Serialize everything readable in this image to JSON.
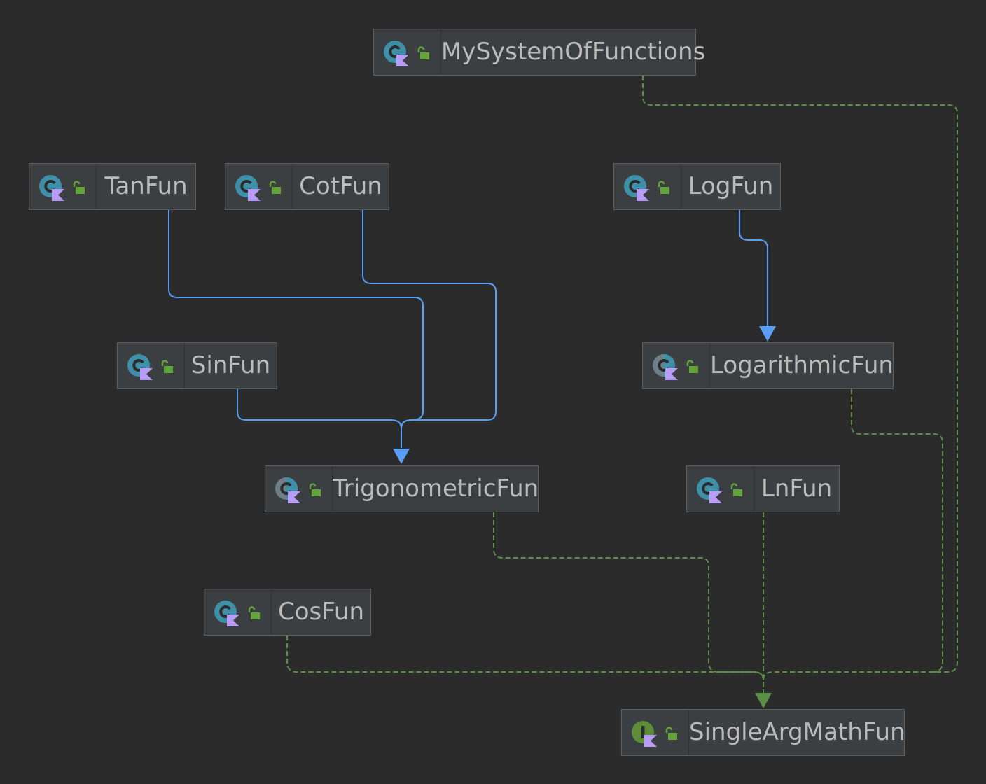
{
  "colors": {
    "background": "#2b2b2b",
    "node_fill": "#3c3f41",
    "node_border": "#5b5f61",
    "label_text": "#bbbbbb",
    "extends_edge": "#589df6",
    "implements_edge": "#5a8f45",
    "class_icon": "#3e8fa8",
    "abstract_icon": "#6e7f8a",
    "interface_icon": "#5f8c3a",
    "kotlin_badge": "#b99bf8",
    "lock_icon": "#62a33a"
  },
  "nodes": [
    {
      "id": "mysys",
      "label": "MySystemOfFunctions",
      "kind": "class-icon"
    },
    {
      "id": "tan",
      "label": "TanFun",
      "kind": "class-icon"
    },
    {
      "id": "cot",
      "label": "CotFun",
      "kind": "class-icon"
    },
    {
      "id": "log",
      "label": "LogFun",
      "kind": "class-icon"
    },
    {
      "id": "sin",
      "label": "SinFun",
      "kind": "class-icon"
    },
    {
      "id": "logarithmic",
      "label": "LogarithmicFun",
      "kind": "abstract-class-icon"
    },
    {
      "id": "trig",
      "label": "TrigonometricFun",
      "kind": "abstract-class-icon"
    },
    {
      "id": "ln",
      "label": "LnFun",
      "kind": "class-icon"
    },
    {
      "id": "cos",
      "label": "CosFun",
      "kind": "class-icon"
    },
    {
      "id": "single",
      "label": "SingleArgMathFun",
      "kind": "interface-icon"
    }
  ],
  "edges": [
    {
      "from": "tan",
      "to": "trig",
      "type": "extends"
    },
    {
      "from": "cot",
      "to": "trig",
      "type": "extends"
    },
    {
      "from": "sin",
      "to": "trig",
      "type": "extends"
    },
    {
      "from": "log",
      "to": "logarithmic",
      "type": "extends"
    },
    {
      "from": "mysys",
      "to": "single",
      "type": "implements"
    },
    {
      "from": "logarithmic",
      "to": "single",
      "type": "implements"
    },
    {
      "from": "trig",
      "to": "single",
      "type": "implements"
    },
    {
      "from": "ln",
      "to": "single",
      "type": "implements"
    },
    {
      "from": "cos",
      "to": "single",
      "type": "implements"
    }
  ]
}
